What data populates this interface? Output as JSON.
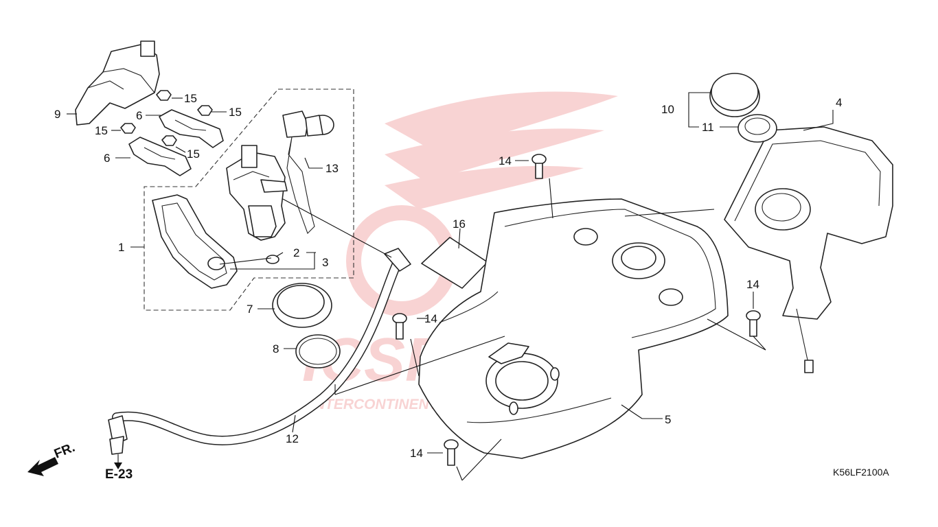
{
  "diagram": {
    "code": "K56LF2100A",
    "reference": "E-23",
    "direction": "FR.",
    "watermark": {
      "brand": "ICSPARTS",
      "tagline": "INTERCONTINENTAL SPARE PARTS",
      "color": "#e33b3b"
    },
    "callouts": [
      "1",
      "2",
      "3",
      "4",
      "5",
      "6",
      "6",
      "7",
      "8",
      "9",
      "10",
      "11",
      "12",
      "13",
      "14",
      "14",
      "14",
      "14",
      "15",
      "15",
      "15",
      "15",
      "16"
    ]
  }
}
